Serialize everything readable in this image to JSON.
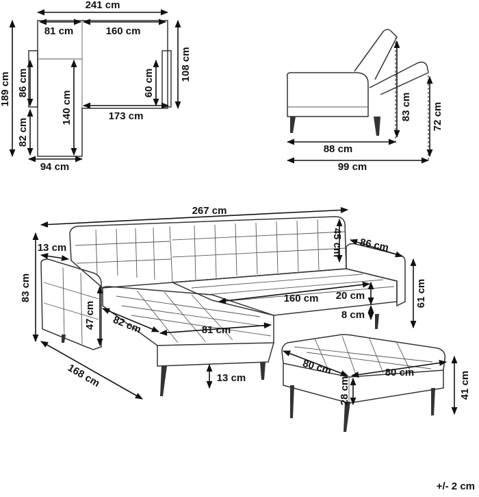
{
  "plan_view": {
    "total_width": "241 cm",
    "chaise_width": "81 cm",
    "main_width": "160 cm",
    "total_depth": "189 cm",
    "back_depth": "86 cm",
    "chaise_extension": "82 cm",
    "chaise_length": "140 cm",
    "inner_depth": "60 cm",
    "right_depth": "108 cm",
    "seat_span": "173 cm",
    "chaise_outer_width": "94 cm"
  },
  "side_view": {
    "height_upright": "83 cm",
    "height_reclined": "72 cm",
    "depth_upright": "88 cm",
    "depth_reclined": "99 cm"
  },
  "perspective_view": {
    "overall_length": "267 cm",
    "armrest_width": "13 cm",
    "back_height": "45 cm",
    "overall_height": "83 cm",
    "right_depth": "86 cm",
    "side_height": "61 cm",
    "seat_length": "160 cm",
    "seat_cushion": "20 cm",
    "seat_base": "8 cm",
    "chaise_seat_height": "47 cm",
    "chaise_width_front": "82 cm",
    "chaise_width_back": "81 cm",
    "chaise_length": "168 cm",
    "leg_height": "13 cm"
  },
  "ottoman": {
    "width": "80 cm",
    "depth": "80 cm",
    "cushion_height": "28 cm",
    "height": "41 cm"
  },
  "tolerance": "+/- 2 cm"
}
